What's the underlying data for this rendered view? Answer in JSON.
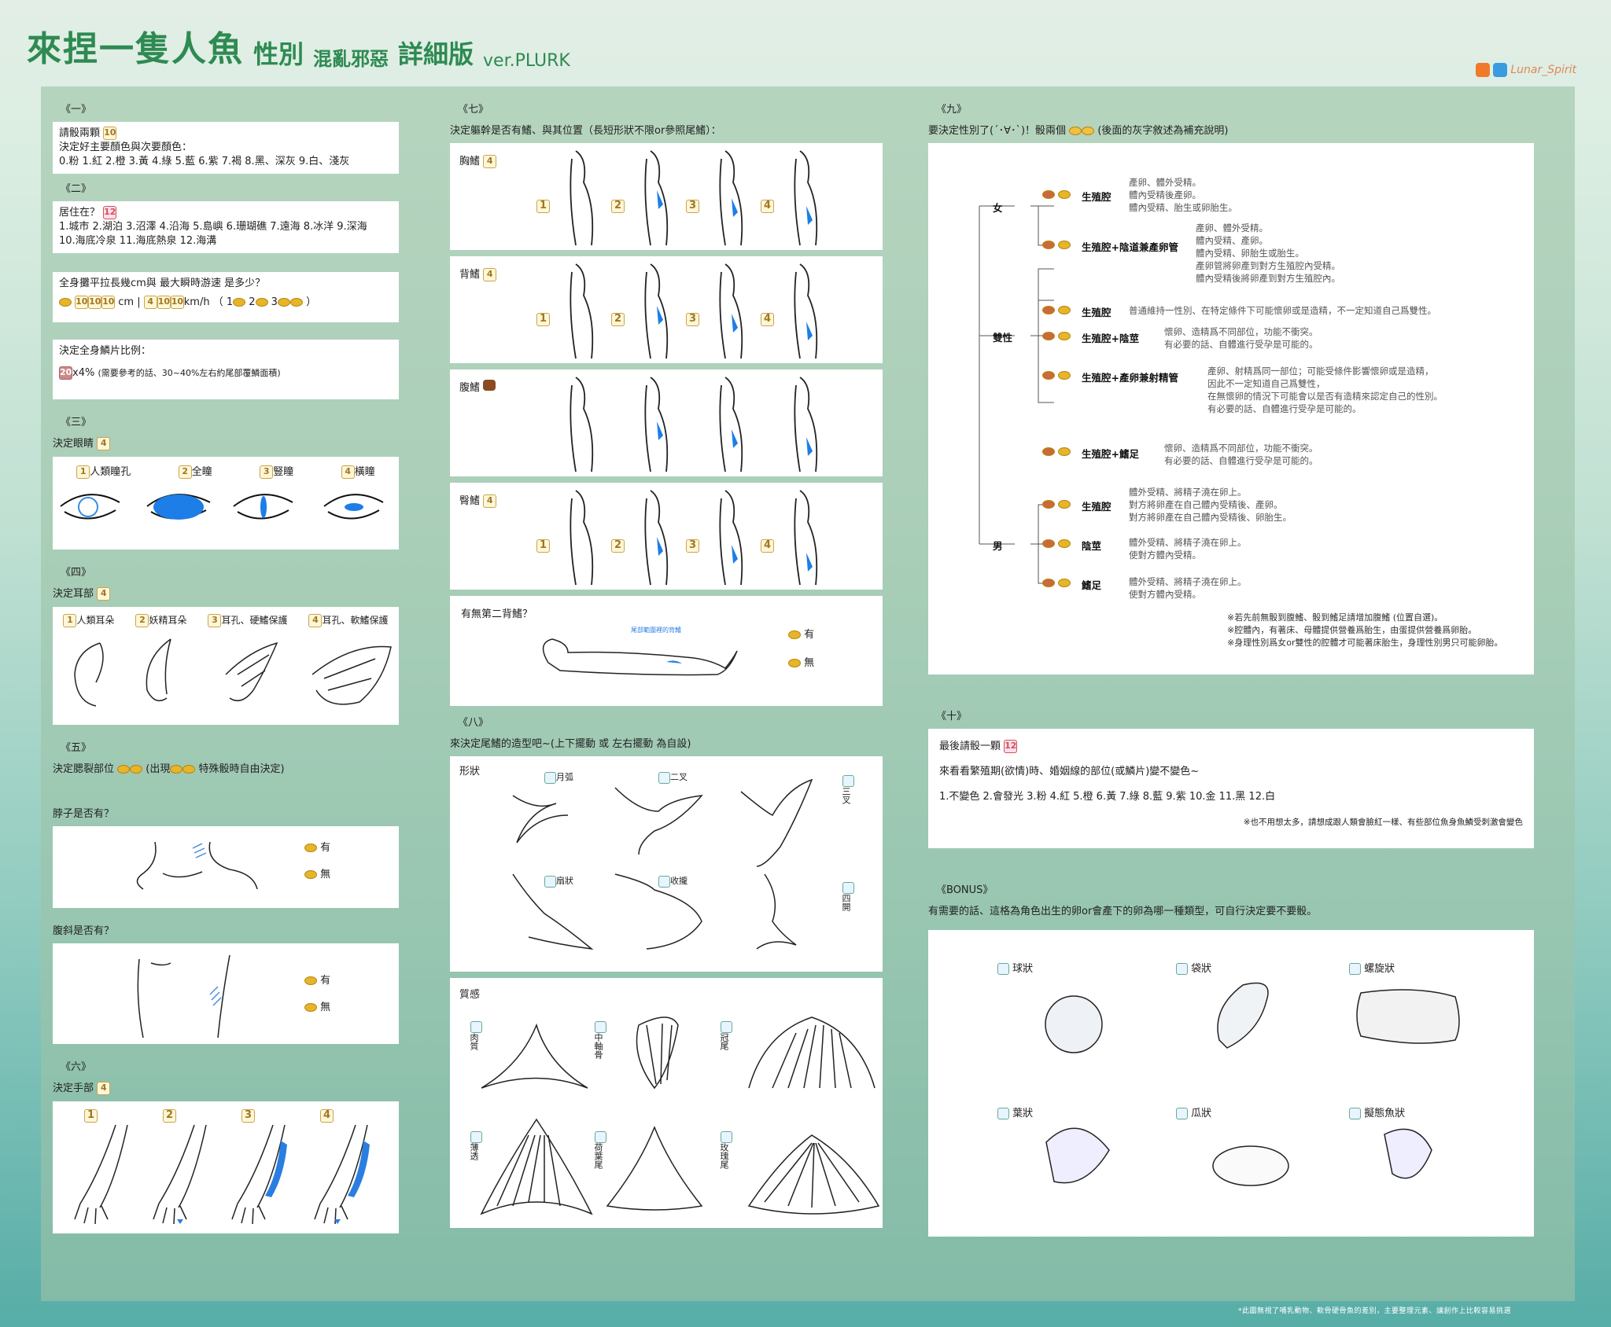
{
  "header": {
    "title_main": "來捏一隻人魚",
    "title_sub": "性別",
    "title_sub2": "混亂邪惡",
    "title_sub3": "詳細版",
    "version": "ver.PLURK",
    "credit": "Lunar_Spirit"
  },
  "s1": {
    "head": "《一》",
    "l1": "請骰兩顆",
    "l2": "決定好主要顏色與次要顏色：",
    "l3": "0.粉 1.紅 2.橙 3.黃 4.綠 5.藍 6.紫 7.褐 8.黑、深灰 9.白、淺灰",
    "d1": "10"
  },
  "s2": {
    "head": "《二》",
    "l1": "居住在？",
    "d1": "12",
    "l2": "1.城市 2.湖泊 3.沼澤 4.沿海 5.島嶼 6.珊瑚礁 7.遠海 8.冰洋 9.深海",
    "l3": "10.海底冷泉 11.海底熱泉 12.海溝",
    "len_q": "全身攤平拉長幾cm與 最大瞬時游速 是多少？",
    "len_cm": "cm",
    "len_kmh": "km/h",
    "len_paren": "（ 1",
    "len_2": "2",
    "len_3": "3",
    "len_close": "）",
    "d_len": "10",
    "d_spd": "4",
    "scale_q": "決定全身鱗片比例：",
    "scale_d": "20",
    "scale_x": "x4%",
    "scale_note": "(需要參考的話、30~40%左右約尾部覆鱗面積)"
  },
  "s3": {
    "head": "《三》",
    "q": "決定眼睛",
    "d": "4",
    "opts": [
      {
        "n": "1",
        "t": "人類瞳孔"
      },
      {
        "n": "2",
        "t": "全瞳"
      },
      {
        "n": "3",
        "t": "豎瞳"
      },
      {
        "n": "4",
        "t": "橫瞳"
      }
    ]
  },
  "s4": {
    "head": "《四》",
    "q": "決定耳部",
    "d": "4",
    "opts": [
      {
        "n": "1",
        "t": "人類耳朵"
      },
      {
        "n": "2",
        "t": "妖精耳朵"
      },
      {
        "n": "3",
        "t": "耳孔、硬鰭保護"
      },
      {
        "n": "4",
        "t": "耳孔、軟鰭保護"
      }
    ]
  },
  "s5": {
    "head": "《五》",
    "q": "決定腮裂部位",
    "q2": "(出現",
    "q3": "特殊骰時自由決定)",
    "neck_q": "脖子是否有？",
    "belly_q": "腹斜是否有？",
    "yes": "有",
    "no": "無"
  },
  "s6": {
    "head": "《六》",
    "q": "決定手部",
    "d": "4",
    "nums": [
      "1",
      "2",
      "3",
      "4"
    ]
  },
  "s7": {
    "head": "《七》",
    "q": "決定軀幹是否有鰭、與其位置（長短形狀不限or參照尾鰭）：",
    "rows": [
      {
        "t": "胸鰭",
        "d": "4"
      },
      {
        "t": "背鰭",
        "d": "4"
      },
      {
        "t": "腹鰭"
      },
      {
        "t": "臀鰭",
        "d": "4"
      }
    ],
    "nums": [
      "1",
      "2",
      "3",
      "4"
    ],
    "second_q": "有無第二背鰭？",
    "second_note": "尾部範圍裡的背鰭",
    "yes": "有",
    "no": "無"
  },
  "s8": {
    "head": "《八》",
    "q": "來決定尾鰭的造型吧~(上下擺動 或 左右擺動 為自設)",
    "shape_title": "形狀",
    "shapes": [
      "月弧",
      "二叉",
      "三叉",
      "扇狀",
      "收攏",
      "四開"
    ],
    "tex_title": "質感",
    "tex": [
      "肉質",
      "中軸骨",
      "冠尾",
      "薄透",
      "荷葉尾",
      "玫瑰尾"
    ]
  },
  "s9": {
    "head": "《九》",
    "q": "要決定性別了(´･∀･`)！骰兩個",
    "q2": "(後面的灰字敘述為補充說明)",
    "female": "女",
    "both": "雙性",
    "male": "男",
    "f1k": "生殖腔",
    "f1": [
      "產卵、體外受精。",
      "體內受精後產卵。",
      "體內受精、胎生或卵胎生。"
    ],
    "f2k": "生殖腔+陰道兼產卵管",
    "f2": [
      "產卵、體外受精。",
      "體內受精、產卵。",
      "體內受精、卵胎生或胎生。",
      "產卵管將卵產到對方生殖腔內受精。",
      "體內受精後將卵產到對方生殖腔內。"
    ],
    "b1k": "生殖腔",
    "b1": "普通維持一性別、在特定條件下可能懷卵或是造精，不一定知道自己爲雙性。",
    "b2k": "生殖腔+陰莖",
    "b2": [
      "懷卵、造精爲不同部位，功能不衝突。",
      "有必要的話、自體進行受孕是可能的。"
    ],
    "b3k": "生殖腔+產卵兼射精管",
    "b3": [
      "產卵、射精爲同一部位；可能受條件影響懷卵或是造精，",
      "因此不一定知道自己爲雙性，",
      "在無懷卵的情況下可能會以是否有造精來認定自己的性別。",
      "有必要的話、自體進行受孕是可能的。"
    ],
    "b4k": "生殖腔+鰭足",
    "b4": [
      "懷卵、造精爲不同部位，功能不衝突。",
      "有必要的話、自體進行受孕是可能的。"
    ],
    "m1k": "生殖腔",
    "m1": [
      "體外受精、將精子澆在卵上。",
      "對方將卵產在自己體內受精後、產卵。",
      "對方將卵產在自己體內受精後、卵胎生。"
    ],
    "m2k": "陰莖",
    "m2": [
      "體外受精、將精子澆在卵上。",
      "使對方體內受精。"
    ],
    "m3k": "鰭足",
    "m3": [
      "體外受精、將精子澆在卵上。",
      "使對方體內受精。"
    ],
    "notes": [
      "※若先前無骰到腹鰭、骰到鰭足請增加腹鰭 (位置自選)。",
      "※腔體內，有著床、母體提供營養爲胎生，由蛋提供營養爲卵胎。",
      "※身理性別爲女or雙性的腔體才可能著床胎生，身理性別男只可能卵胎。"
    ]
  },
  "s10": {
    "head": "《十》",
    "q": "最後請骰一顆",
    "d": "12",
    "l2": "來看看繁殖期(欲情)時、婚姻線的部位(或鱗片)變不變色~",
    "l3": "1.不變色 2.會發光 3.粉 4.紅 5.橙 6.黃 7.綠 8.藍 9.紫 10.金 11.黑 12.白",
    "note": "※也不用想太多，請想成跟人類會臉紅一樣、有些部位魚身魚鱗受刺激會變色"
  },
  "bonus": {
    "head": "《BONUS》",
    "q": "有需要的話、這格為角色出生的卵or會產下的卵為哪一種類型，可自行決定要不要骰。",
    "eggs": [
      "球狀",
      "袋狀",
      "螺旋狀",
      "葉狀",
      "瓜狀",
      "擬態魚狀"
    ]
  },
  "footer": "*此圖無視了哺乳動物、軟骨硬骨魚的差別，主要整理元素、讓創作上比較容易挑選"
}
